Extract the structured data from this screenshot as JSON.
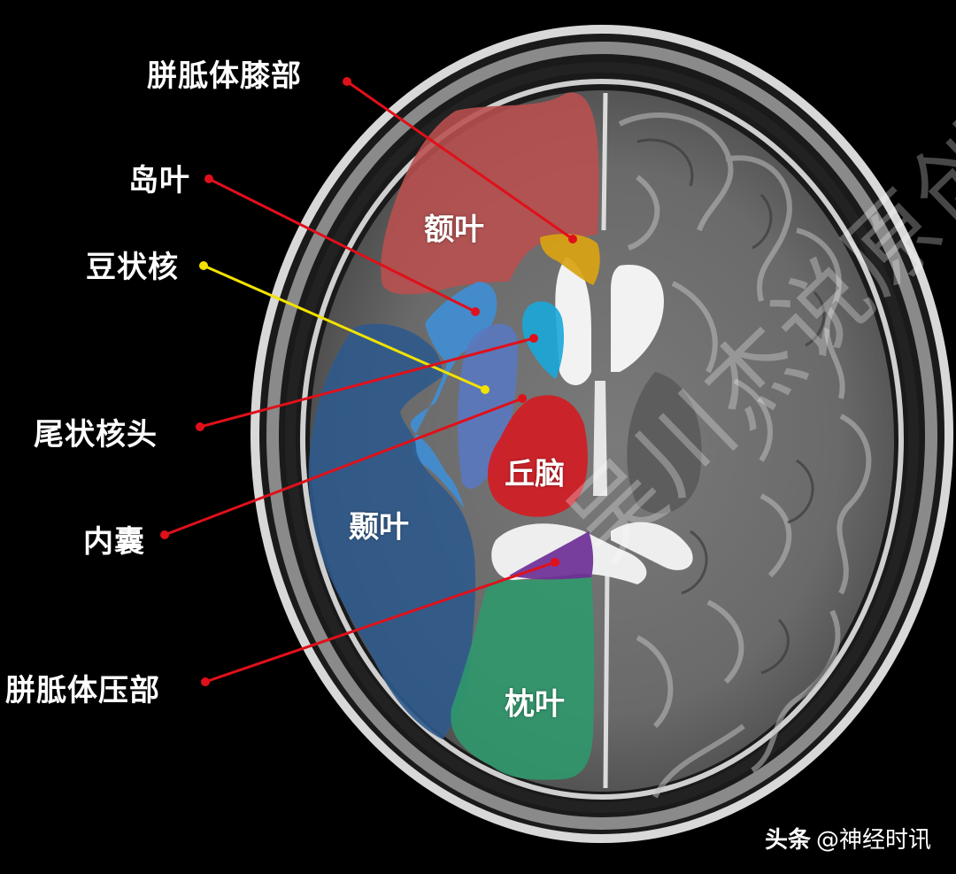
{
  "labels": {
    "genu": "胼胝体膝部",
    "insula": "岛叶",
    "lentiform": "豆状核",
    "caudate_head": "尾状核头",
    "internal_capsule": "内囊",
    "splenium": "胼胝体压部"
  },
  "regions": {
    "frontal": "额叶",
    "temporal": "颞叶",
    "thalamus": "丘脑",
    "occipital": "枕叶"
  },
  "colors": {
    "frontal": "#b9504e",
    "temporal": "#2f5a8c",
    "insula": "#3f8fd8",
    "lentiform": "#5a78c0",
    "caudate": "#1aa7d8",
    "thalamus": "#d01f26",
    "occipital": "#2e9a6c",
    "genu": "#d9a311",
    "splenium": "#6e2f96",
    "pointer_red": "#e0101a",
    "pointer_yellow": "#f2e200"
  },
  "watermark": "吴川杰说原创",
  "credit": {
    "brand": "头条",
    "handle": "@神经时讯"
  }
}
